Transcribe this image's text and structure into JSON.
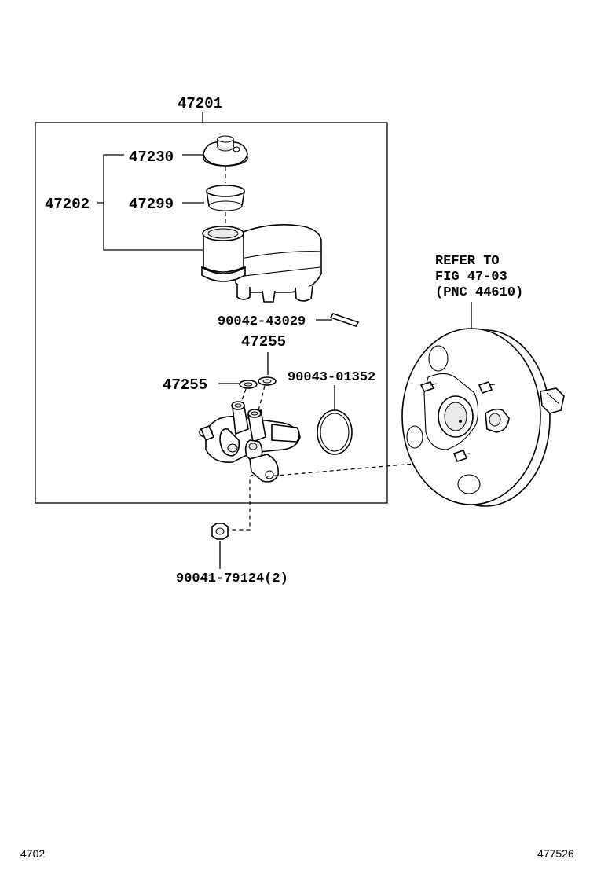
{
  "labels": {
    "assembly": "47201",
    "reservoir_group": "47202",
    "cap": "47230",
    "strainer": "47299",
    "pin": "90042-43029",
    "grommet_top": "47255",
    "grommet_left": "47255",
    "o_ring": "90043-01352",
    "nut": "90041-79124(2)"
  },
  "refer": {
    "line1": "REFER TO",
    "line2": "FIG 47-03",
    "line3": "(PNC 44610)"
  },
  "footer": {
    "left": "4702",
    "right": "477526"
  }
}
